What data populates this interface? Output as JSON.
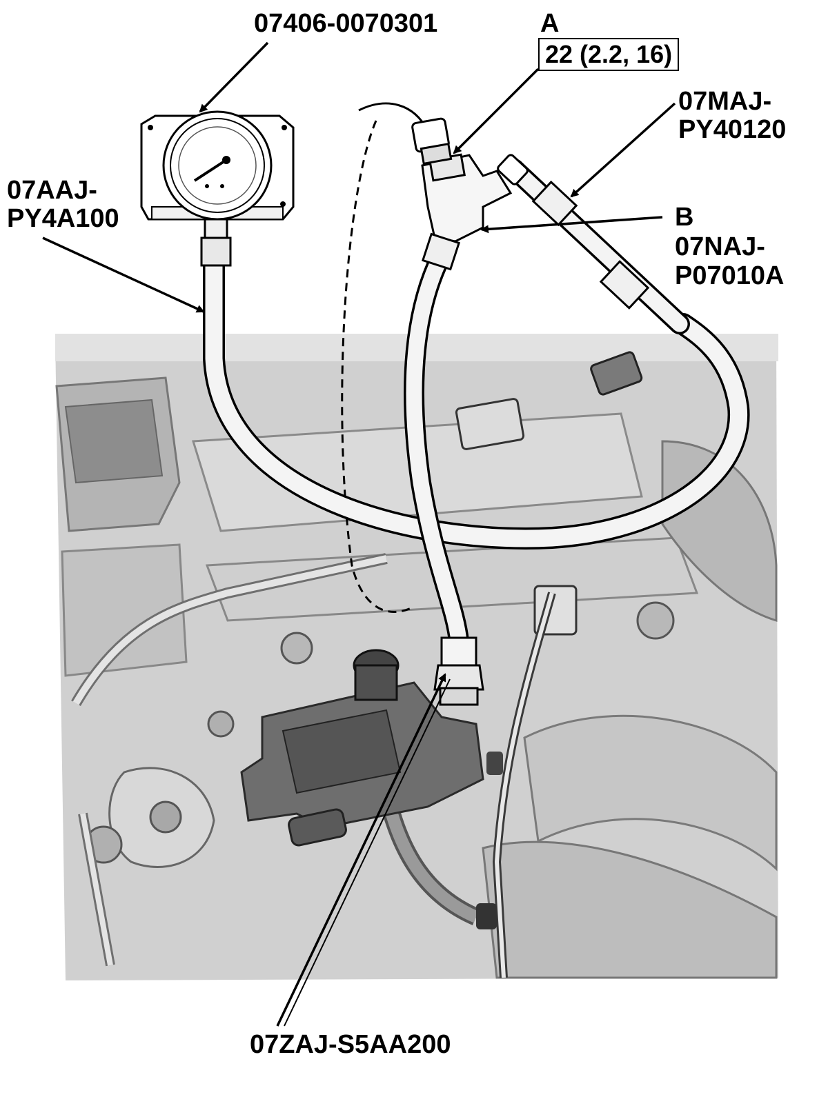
{
  "labels": {
    "gauge_part": "07406-0070301",
    "callout_a": "A",
    "torque_a": "22 (2.2, 16)",
    "hose_part_line1": "07AAJ-",
    "hose_part_line2": "PY4A100",
    "adapter_part_line1": "07MAJ-",
    "adapter_part_line2": "PY40120",
    "callout_b": "B",
    "tee_part_line1": "07NAJ-",
    "tee_part_line2": "P07010A",
    "fitting_part": "07ZAJ-S5AA200"
  },
  "colors": {
    "ink": "#000000",
    "engine_fill": "#c9c9c9",
    "engine_dark": "#8a8a8a",
    "engine_light": "#e6e6e6",
    "hose_fill": "#f2f2f2"
  }
}
